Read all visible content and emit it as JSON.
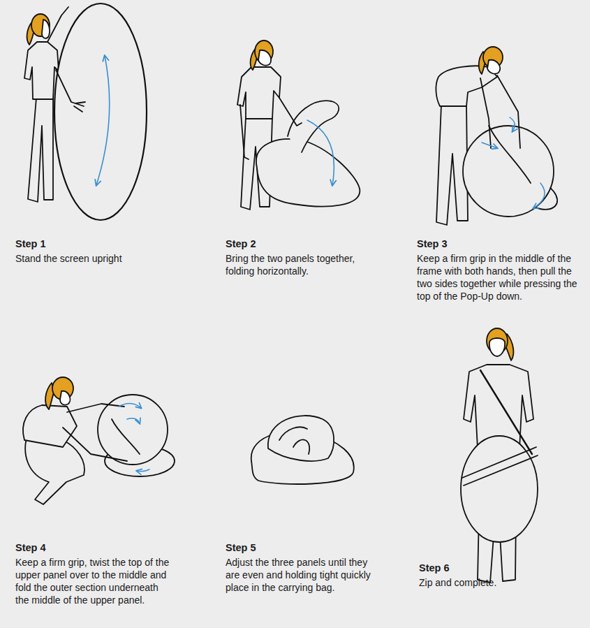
{
  "diagram": {
    "labels": [
      "Step 1",
      "Stand the screen upright",
      "Step 2",
      "Bring the two panels together, folding horizontally.",
      "Step 3",
      "Keep a firm grip in the middle of the frame with both hands, then pull the two sides together while pressing the top of the Pop-Up down.",
      "Step 4",
      "Keep a firm grip, twist the top of the upper panel over to the middle and fold the outer section underneath the middle of the upper panel.",
      "Step 5",
      "Adjust the three panels until they are even and holding tight quickly place in the carrying bag.",
      "Step 6",
      "Zip and complete."
    ]
  }
}
